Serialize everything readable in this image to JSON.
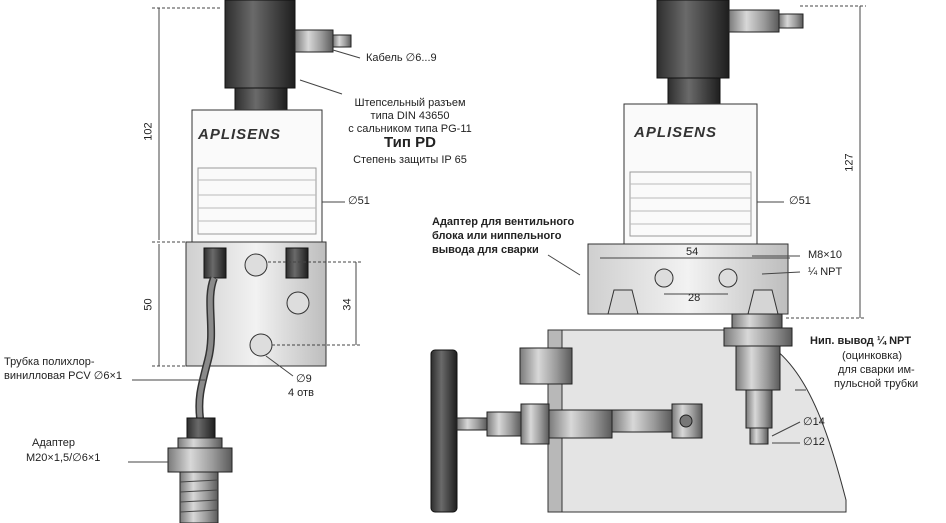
{
  "brand": "APLISENS",
  "left_view": {
    "cable": "Кабель ∅6...9",
    "connector_line1": "Штепсельный разъем",
    "connector_line2": "типа DIN 43650",
    "connector_line3": "с сальником типа PG-11",
    "type_title": "Тип PD",
    "protection": "Степень защиты IP 65",
    "diameter_body": "∅51",
    "dim_height_top": "102",
    "dim_height_block": "50",
    "dim_holes": "34",
    "holes_dia": "∅9",
    "holes_count": "4 отв",
    "tube_line1": "Трубка полихлор-",
    "tube_line2": "винилловая PCV ∅6×1",
    "adapter_line1": "Адаптер",
    "adapter_line2": "M20×1,5/∅6×1"
  },
  "right_view": {
    "dim_height": "127",
    "diameter_body": "∅51",
    "adapter_line1": "Адаптер для вентильного",
    "adapter_line2": "блока или ниппельного",
    "adapter_line3": "вывода для сварки",
    "dim_54": "54",
    "dim_28": "28",
    "thread_m8": "M8×10",
    "thread_npt": "¼ NPT",
    "nipple_line1": "Нип. вывод ¼ NPT",
    "nipple_line2": "(оцинковка)",
    "nipple_line3": "для сварки им-",
    "nipple_line4": "пульсной трубки",
    "dia_14": "∅14",
    "dia_12": "∅12"
  }
}
